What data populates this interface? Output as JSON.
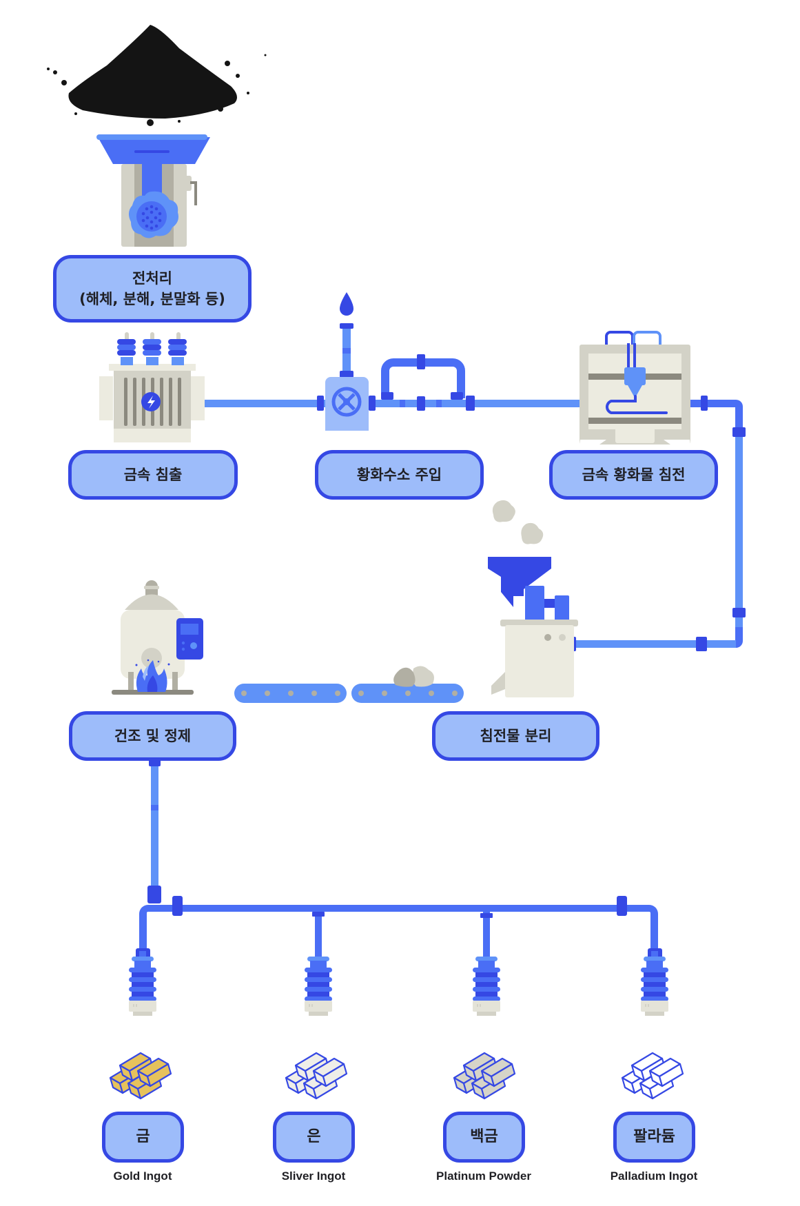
{
  "diagram": {
    "title": "Precious metal recovery process",
    "colors": {
      "box_fill": "#9dbcfa",
      "box_border": "#3548e4",
      "pipe_light": "#5f92f8",
      "pipe_mid": "#4a6ef5",
      "pipe_dark": "#3548e4",
      "machine_beige": "#ecebe0",
      "machine_gray": "#d3d2c7",
      "machine_dark": "#8b897f",
      "gold": "#e6c25c",
      "silver": "#efeee8",
      "platinum": "#d6d4c8",
      "palladium": "#ffffff"
    },
    "steps": [
      {
        "id": "pretreatment",
        "line1": "전처리",
        "line2": "(해체, 분해, 분말화 등)",
        "icon": "grinder-icon"
      },
      {
        "id": "leaching",
        "label": "금속 침출",
        "icon": "transformer-icon"
      },
      {
        "id": "h2s-injection",
        "label": "황화수소 주입",
        "icon": "valve-icon"
      },
      {
        "id": "sulfide-precipitation",
        "label": "금속 황화물 침전",
        "icon": "printer-machine-icon"
      },
      {
        "id": "precipitate-separation",
        "label": "침전물 분리",
        "icon": "hopper-separator-icon"
      },
      {
        "id": "drying-refining",
        "label": "건조 및 정제",
        "icon": "boiler-icon"
      }
    ],
    "products": [
      {
        "label": "금",
        "caption": "Gold Ingot",
        "color_key": "gold"
      },
      {
        "label": "은",
        "caption": "Sliver Ingot",
        "color_key": "silver"
      },
      {
        "label": "백금",
        "caption": "Platinum Powder",
        "color_key": "platinum"
      },
      {
        "label": "팔라듐",
        "caption": "Palladium Ingot",
        "color_key": "palladium"
      }
    ]
  }
}
